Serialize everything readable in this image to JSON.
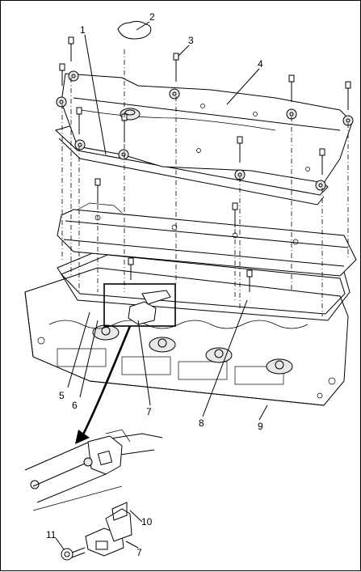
{
  "callouts": [
    {
      "label": "1"
    },
    {
      "label": "2"
    },
    {
      "label": "3"
    },
    {
      "label": "4"
    },
    {
      "label": "5"
    },
    {
      "label": "6"
    },
    {
      "label": "7"
    },
    {
      "label": "8"
    },
    {
      "label": "9"
    },
    {
      "label": "7"
    },
    {
      "label": "10"
    },
    {
      "label": "11"
    }
  ]
}
